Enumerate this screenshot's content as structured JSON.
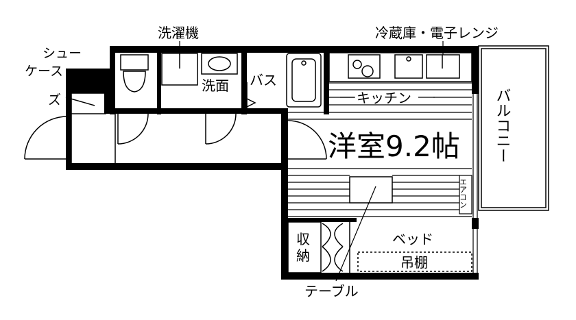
{
  "labels": {
    "washing_machine": "洗濯機",
    "fridge_microwave": "冷蔵庫・電子レンジ",
    "shoe_case_line1": "シュー",
    "shoe_case_line2": "ズ",
    "shoe_case_line3": "ケース",
    "washroom": "洗面",
    "bath": "バス",
    "kitchen": "キッチン",
    "room": "洋室9.2帖",
    "balcony": "バルコニー",
    "aircon": "エアコン",
    "storage_line1": "収",
    "storage_line2": "納",
    "bed": "ベッド",
    "hanging_shelf": "吊棚",
    "table": "テーブル"
  }
}
